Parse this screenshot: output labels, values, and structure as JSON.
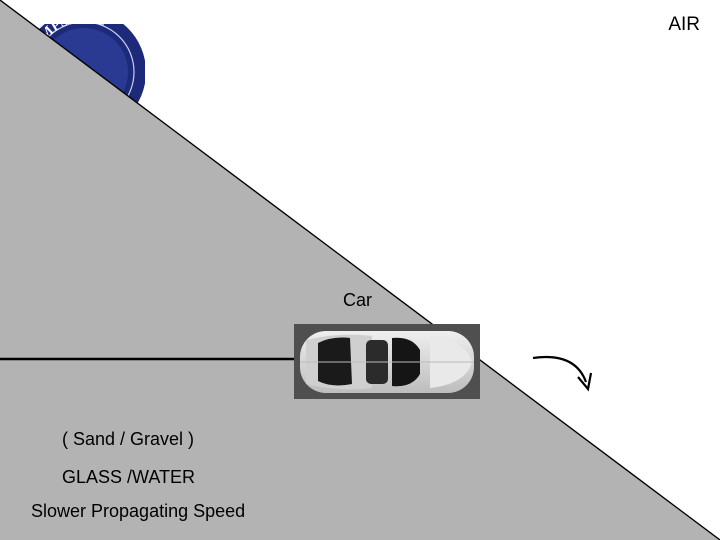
{
  "labels": {
    "air": "AIR",
    "car": "Car",
    "sand": "( Sand / Gravel )",
    "glass": "GLASS /WATER",
    "speed": "Slower Propagating Speed"
  },
  "logo": {
    "text": "HAMPSHIRE",
    "icon": "university-seal-logo"
  },
  "colors": {
    "medium": "#b3b3b3",
    "background": "#ffffff",
    "seal": "#1d2a7a",
    "car_photo_bg": "#4f4f4f",
    "car_body": "#dcdcdc"
  }
}
